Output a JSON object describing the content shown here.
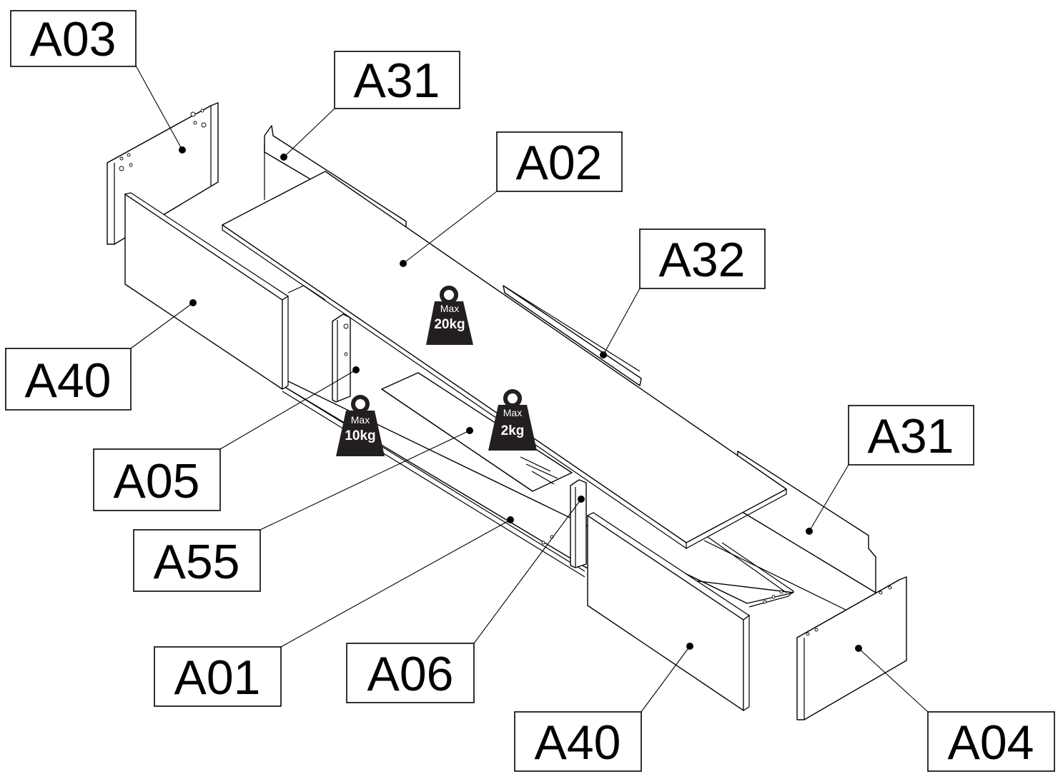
{
  "parts": [
    {
      "id": "A03"
    },
    {
      "id": "A31"
    },
    {
      "id": "A02"
    },
    {
      "id": "A32"
    },
    {
      "id": "A40"
    },
    {
      "id": "A05"
    },
    {
      "id": "A55"
    },
    {
      "id": "A31"
    },
    {
      "id": "A01"
    },
    {
      "id": "A06"
    },
    {
      "id": "A40"
    },
    {
      "id": "A04"
    }
  ],
  "weights": [
    {
      "max": "Max",
      "value": "20kg"
    },
    {
      "max": "Max",
      "value": "10kg"
    },
    {
      "max": "Max",
      "value": "2kg"
    }
  ]
}
